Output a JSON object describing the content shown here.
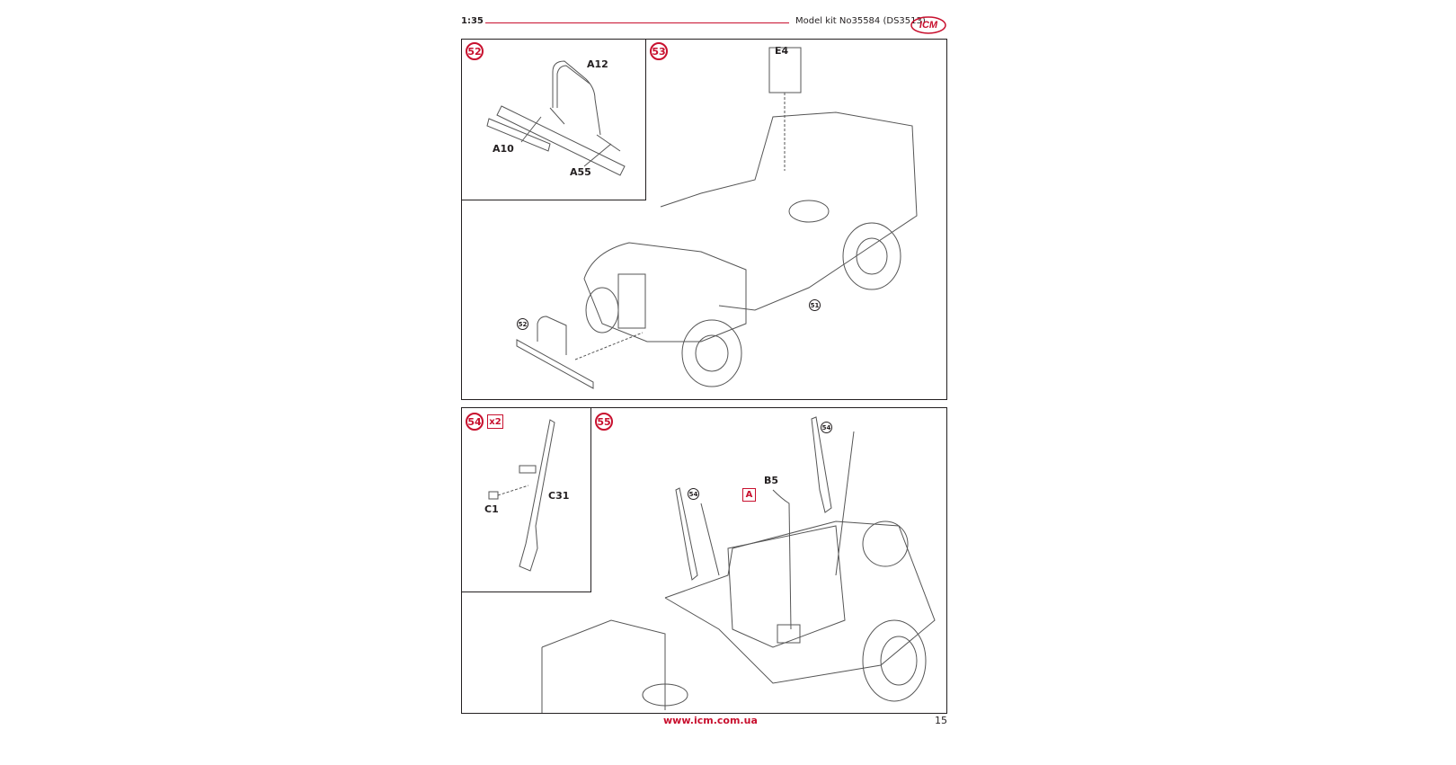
{
  "header": {
    "scale": "1:35",
    "kit_number": "Model kit No35584 (DS3513)",
    "logo_text": "ICM"
  },
  "steps": {
    "s52": {
      "number": "52",
      "parts": [
        "A12",
        "A10",
        "A55"
      ]
    },
    "s53": {
      "number": "53",
      "parts": [
        "E4"
      ],
      "refs": [
        "52",
        "51"
      ]
    },
    "s54": {
      "number": "54",
      "multiplier": "x2",
      "parts": [
        "C31",
        "C1"
      ]
    },
    "s55": {
      "number": "55",
      "parts": [
        "B5"
      ],
      "paint_ref": "A",
      "refs": [
        "54",
        "54"
      ]
    }
  },
  "footer": {
    "url": "www.icm.com.ua",
    "page_number": "15"
  },
  "colors": {
    "accent": "#c8102e",
    "ink": "#231f20"
  }
}
